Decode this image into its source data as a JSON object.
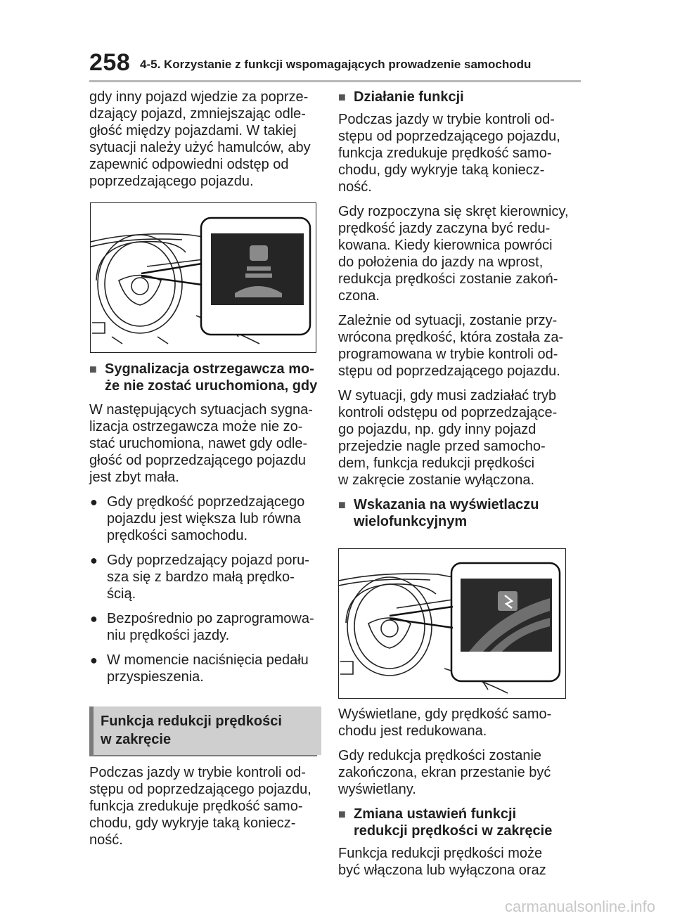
{
  "header": {
    "page_number": "258",
    "chapter_title": "4-5. Korzystanie z funkcji wspomagających prowadzenie samochodu"
  },
  "left": {
    "intro_lines": [
      "gdy inny pojazd wjedzie za poprze-",
      "dzający pojazd, zmniejszając odle-",
      "głość między pojazdami. W takiej",
      "sytuacji należy użyć hamulców, aby",
      "zapewnić odpowiedni odstęp od",
      "poprzedzającego pojazdu."
    ],
    "warning_heading": [
      "Sygnalizacja ostrzegawcza mo-",
      "że nie zostać uruchomiona, gdy"
    ],
    "warning_body": [
      "W następujących sytuacjach sygna-",
      "lizacja ostrzegawcza może nie zo-",
      "stać uruchomiona, nawet gdy odle-",
      "głość od poprzedzającego pojazdu",
      "jest zbyt mała."
    ],
    "bullets": [
      [
        "Gdy prędkość poprzedzającego",
        "pojazdu jest większa lub równa",
        "prędkości samochodu."
      ],
      [
        "Gdy poprzedzający pojazd poru-",
        "sza się z bardzo małą prędko-",
        "ścią."
      ],
      [
        "Bezpośrednio po zaprogramowa-",
        "niu prędkości jazdy."
      ],
      [
        "W momencie naciśnięcia pedału",
        "przyspieszenia."
      ]
    ],
    "section_title": [
      "Funkcja redukcji prędkości",
      "w zakręcie"
    ],
    "section_body": [
      "Podczas jazdy w trybie kontroli od-",
      "stępu od poprzedzającego pojazdu,",
      "funkcja zredukuje prędkość samo-",
      "chodu, gdy wykryje taką koniecz-",
      "ność."
    ]
  },
  "right": {
    "heading1": "Działanie funkcji",
    "p1": [
      "Podczas jazdy w trybie kontroli od-",
      "stępu od poprzedzającego pojazdu,",
      "funkcja zredukuje prędkość samo-",
      "chodu, gdy wykryje taką koniecz-",
      "ność."
    ],
    "p2": [
      "Gdy rozpoczyna się skręt kierownicy,",
      "prędkość jazdy zaczyna być redu-",
      "kowana. Kiedy kierownica powróci",
      "do położenia do jazdy na wprost,",
      "redukcja prędkości zostanie zakoń-",
      "czona."
    ],
    "p3": [
      "Zależnie od sytuacji, zostanie przy-",
      "wrócona prędkość, która została za-",
      "programowana w trybie kontroli od-",
      "stępu od poprzedzającego pojazdu."
    ],
    "p4": [
      "W sytuacji, gdy musi zadziałać tryb",
      "kontroli odstępu od poprzedzające-",
      "go pojazdu, np. gdy inny pojazd",
      "przejedzie nagle przed samocho-",
      "dem, funkcja redukcji prędkości",
      "w zakręcie zostanie wyłączona."
    ],
    "heading2": [
      "Wskazania na wyświetlaczu",
      "wielofunkcyjnym"
    ],
    "p5": [
      "Wyświetlane, gdy prędkość samo-",
      "chodu jest redukowana."
    ],
    "p6": [
      "Gdy redukcja prędkości zostanie",
      "zakończona, ekran przestanie być",
      "wyświetlany."
    ],
    "heading3": [
      "Zmiana ustawień funkcji",
      "redukcji prędkości w zakręcie"
    ],
    "p7": [
      "Funkcja redukcji prędkości może",
      "być włączona lub wyłączona oraz"
    ]
  },
  "symbols": {
    "square": "■",
    "dot": "●"
  },
  "watermark": "carmanualsonline.info"
}
